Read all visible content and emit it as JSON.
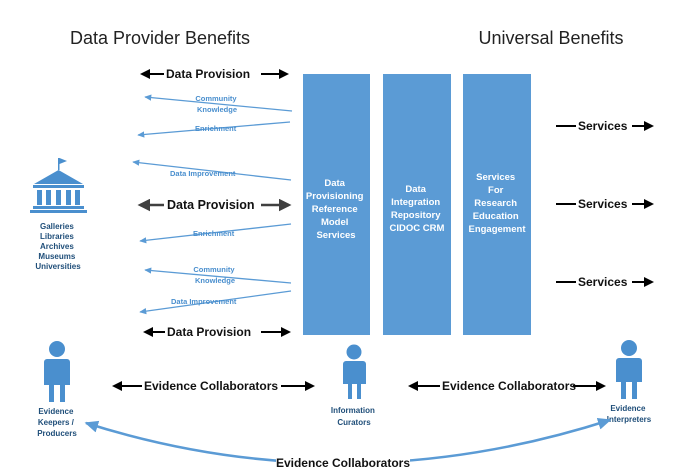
{
  "headers": {
    "left": "Data Provider Benefits",
    "right": "Universal Benefits"
  },
  "boxes": {
    "provisioning": [
      "Data",
      "Provisioning",
      "Reference",
      "Model",
      "Services"
    ],
    "integration": [
      "Data",
      "Integration",
      "Repository",
      "CIDOC CRM"
    ],
    "services": [
      "Services",
      "For",
      "Research",
      "Education",
      "Engagement"
    ]
  },
  "provider": {
    "lines": [
      "Galleries",
      "Libraries",
      "Archives",
      "Museums",
      "Universities"
    ]
  },
  "flows": {
    "data_provision": "Data Provision",
    "community_knowledge": [
      "Community",
      "Knowledge"
    ],
    "enrichment": "Enrichment",
    "data_improvement": "Data Improvement",
    "services": "Services",
    "evidence_collaborators": "Evidence Collaborators"
  },
  "people": {
    "keepers": [
      "Evidence",
      "Keepers /",
      "Producers"
    ],
    "curators": [
      "Information",
      "Curators"
    ],
    "interpreters": [
      "Evidence",
      "Interpreters"
    ]
  },
  "colors": {
    "box": "#5b9bd5",
    "arrow_blue": "#5b9bd5",
    "person": "#4a8fce",
    "navy_text": "#1f4e79"
  }
}
